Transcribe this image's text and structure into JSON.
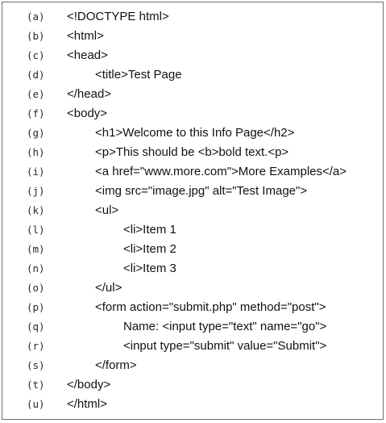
{
  "lines": [
    {
      "label": "(a)",
      "indent": 0,
      "code": "<!DOCTYPE html>"
    },
    {
      "label": "(b)",
      "indent": 0,
      "code": "<html>"
    },
    {
      "label": "(c)",
      "indent": 0,
      "code": "<head>"
    },
    {
      "label": "(d)",
      "indent": 1,
      "code": "<title>Test Page"
    },
    {
      "label": "(e)",
      "indent": 0,
      "code": "</head>"
    },
    {
      "label": "(f)",
      "indent": 0,
      "code": "<body>"
    },
    {
      "label": "(g)",
      "indent": 1,
      "code": "<h1>Welcome to this Info Page</h2>"
    },
    {
      "label": "(h)",
      "indent": 1,
      "code": "<p>This should be <b>bold text.<p>"
    },
    {
      "label": "(i)",
      "indent": 1,
      "code": "<a href=\"www.more.com\">More Examples</a>"
    },
    {
      "label": "(j)",
      "indent": 1,
      "code": "<img src=\"image.jpg\" alt=\"Test Image\">"
    },
    {
      "label": "(k)",
      "indent": 1,
      "code": "<ul>"
    },
    {
      "label": "(l)",
      "indent": 2,
      "code": "<li>Item 1"
    },
    {
      "label": "(m)",
      "indent": 2,
      "code": "<li>Item 2"
    },
    {
      "label": "(n)",
      "indent": 2,
      "code": "<li>Item 3"
    },
    {
      "label": "(o)",
      "indent": 1,
      "code": "</ul>"
    },
    {
      "label": "(p)",
      "indent": 1,
      "code": "<form action=\"submit.php\" method=\"post\">"
    },
    {
      "label": "(q)",
      "indent": 2,
      "code": "Name: <input type=\"text\" name=\"go\">"
    },
    {
      "label": "(r)",
      "indent": 2,
      "code": "<input type=\"submit\" value=\"Submit\">"
    },
    {
      "label": "(s)",
      "indent": 1,
      "code": "</form>"
    },
    {
      "label": "(t)",
      "indent": 0,
      "code": "</body>"
    },
    {
      "label": "(u)",
      "indent": 0,
      "code": "</html>"
    }
  ]
}
